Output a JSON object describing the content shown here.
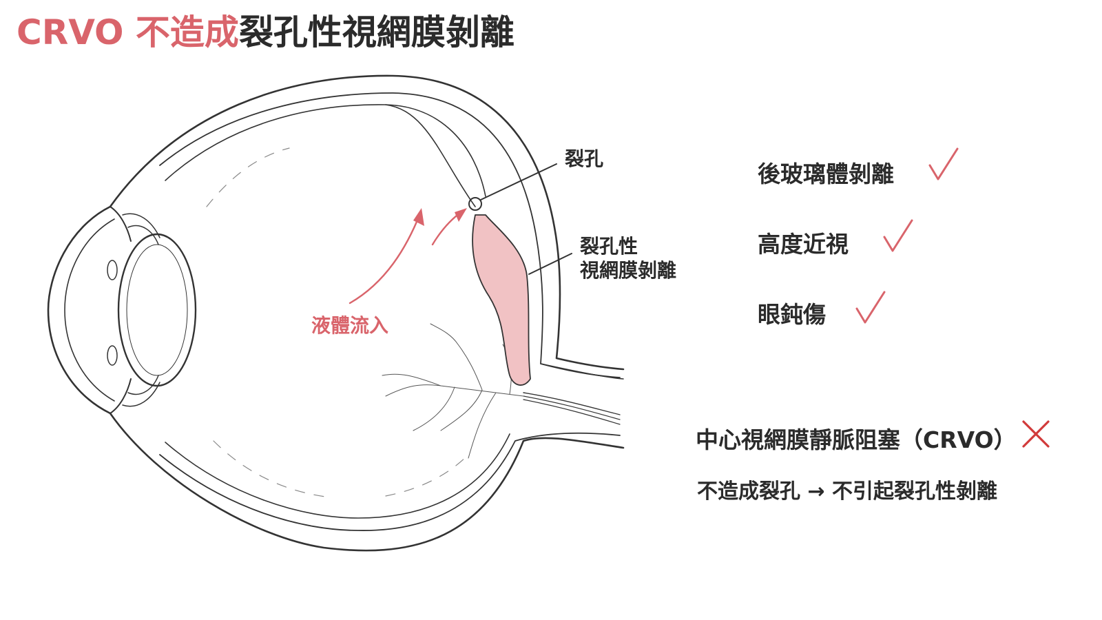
{
  "title": {
    "accent_text": "CRVO 不造成",
    "main_text": "裂孔性視網膜剝離"
  },
  "labels": {
    "tear": "裂孔",
    "detachment_line1": "裂孔性",
    "detachment_line2": "視網膜剝離",
    "fluid_inflow": "液體流入"
  },
  "causes": [
    {
      "label": "後玻璃體剝離",
      "mark": "check-icon"
    },
    {
      "label": "高度近視",
      "mark": "check-icon"
    },
    {
      "label": "眼鈍傷",
      "mark": "check-icon"
    }
  ],
  "crvo": {
    "label": "中心視網膜靜脈阻塞（CRVO）",
    "mark": "cross-icon",
    "note": "不造成裂孔 → 不引起裂孔性剝離"
  },
  "colors": {
    "accent": "#d9646b",
    "text": "#2b2b2b",
    "line": "#333333",
    "detached_retina_fill": "#f1c2c4"
  }
}
